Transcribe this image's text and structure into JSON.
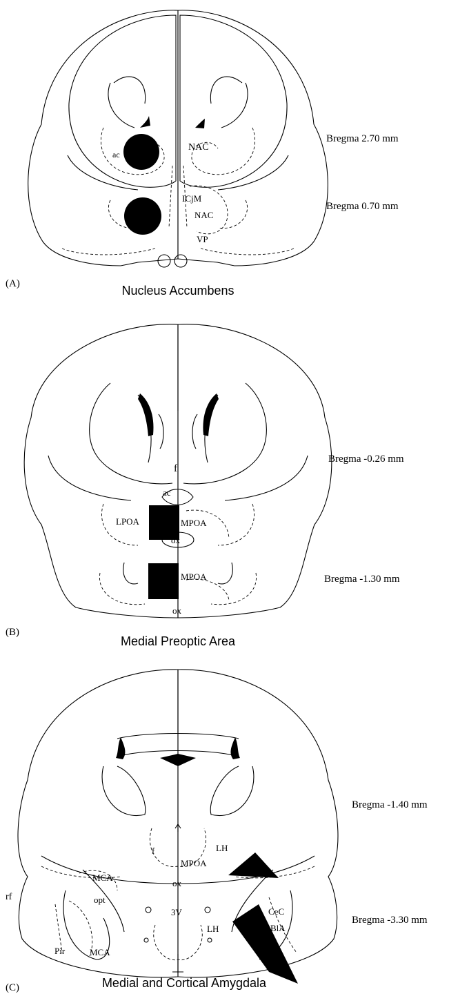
{
  "panels": [
    {
      "panel_letter": "(A)",
      "title": "Nucleus Accumbens",
      "bregma": [
        "Bregma 2.70  mm",
        "Bregma 0.70 mm"
      ],
      "labels": [
        "ac",
        "NAC",
        "ICjM",
        "NAC",
        "VP"
      ]
    },
    {
      "panel_letter": "(B)",
      "title": "Medial Preoptic Area",
      "bregma": [
        "Bregma -0.26 mm",
        "Bregma -1.30 mm"
      ],
      "labels": [
        "f",
        "ac",
        "LPOA",
        "MPOA",
        "ox",
        "MPOA",
        "ox"
      ]
    },
    {
      "panel_letter": "(C)",
      "title": "Medial and Cortical Amygdala",
      "bregma": [
        "Bregma -1.40 mm",
        "Bregma -3.30 mm"
      ],
      "labels": [
        "f",
        "MPOA",
        "LH",
        "MCA",
        "ox",
        "rf",
        "opt",
        "3V",
        "LH",
        "CeC",
        "BlA",
        "Pir",
        "MCA"
      ]
    }
  ]
}
